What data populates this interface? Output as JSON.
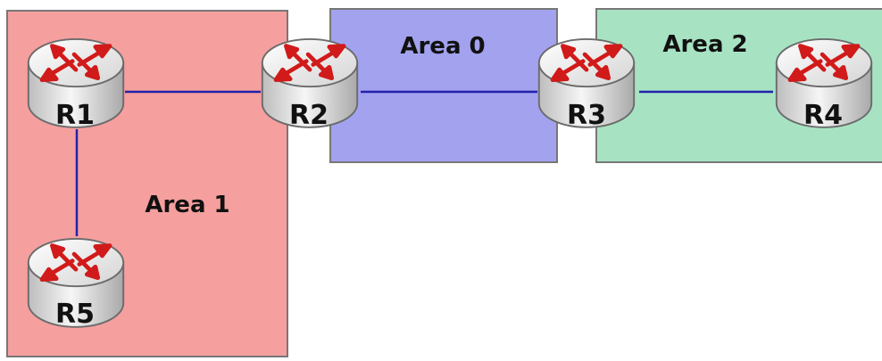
{
  "colors": {
    "area1_fill": "#f59f9f",
    "area0_fill": "#a3a2ef",
    "area2_fill": "#a7e3c3",
    "area_border": "#777777",
    "link": "#2222aa",
    "arrow": "#d11a1a"
  },
  "areas": [
    {
      "id": "area1",
      "label": "Area 1"
    },
    {
      "id": "area0",
      "label": "Area 0"
    },
    {
      "id": "area2",
      "label": "Area 2"
    }
  ],
  "routers": [
    {
      "id": "R1",
      "label": "R1",
      "icon": "router-icon"
    },
    {
      "id": "R2",
      "label": "R2",
      "icon": "router-icon"
    },
    {
      "id": "R3",
      "label": "R3",
      "icon": "router-icon"
    },
    {
      "id": "R4",
      "label": "R4",
      "icon": "router-icon"
    },
    {
      "id": "R5",
      "label": "R5",
      "icon": "router-icon"
    }
  ],
  "links": [
    {
      "from": "R1",
      "to": "R2"
    },
    {
      "from": "R2",
      "to": "R3"
    },
    {
      "from": "R3",
      "to": "R4"
    },
    {
      "from": "R1",
      "to": "R5"
    }
  ]
}
